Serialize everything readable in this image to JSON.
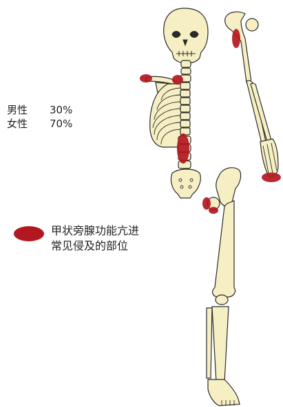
{
  "stats": [
    {
      "label": "男性",
      "value": "30%"
    },
    {
      "label": "女性",
      "value": "70%"
    }
  ],
  "legend": {
    "line1": "甲状旁腺功能亢进",
    "line2": "常见侵及的部位"
  },
  "colors": {
    "bone": "#f7efc4",
    "bone_outline": "#2a2a2a",
    "lesion": "#b3171f"
  }
}
